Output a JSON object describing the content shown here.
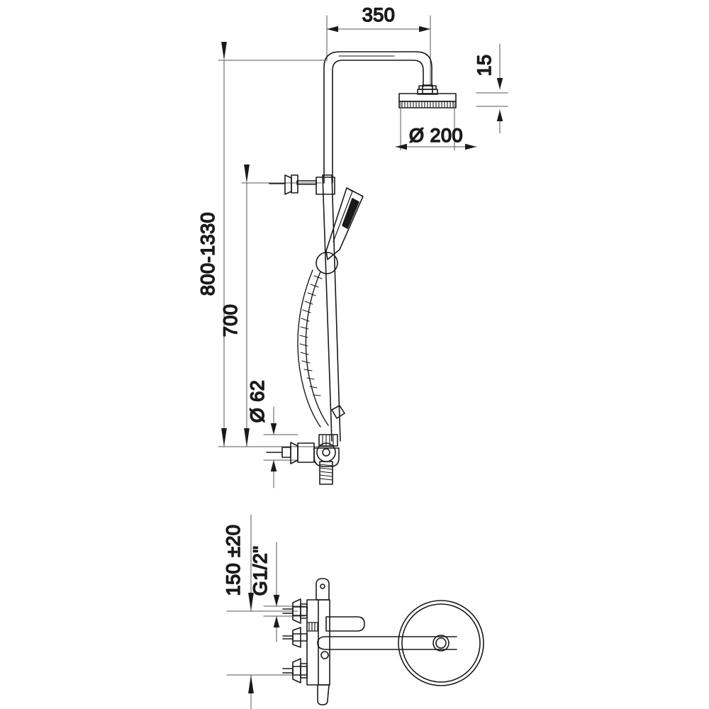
{
  "drawing": {
    "type": "technical-dimension-drawing",
    "subject": "Shower column with rain head, hand shower slide bar and exposed mixer",
    "units": "mm",
    "background_color": "#ffffff",
    "line_color": "#1a1a1a",
    "dimension_line_color": "#555555"
  },
  "dimensions": {
    "arm_reach": {
      "label": "350",
      "orientation": "horizontal",
      "location": "top"
    },
    "head_thickness": {
      "label": "15",
      "orientation": "vertical",
      "location": "top-right"
    },
    "head_diameter": {
      "label": "Ø 200",
      "orientation": "horizontal",
      "location": "under-shower-head"
    },
    "overall_height_range": {
      "label": "800-1330",
      "orientation": "vertical",
      "location": "far-left"
    },
    "slide_bar_length": {
      "label": "700",
      "orientation": "vertical",
      "location": "left-inner"
    },
    "flange_diameter": {
      "label": "Ø 62",
      "orientation": "vertical",
      "location": "left-valve"
    },
    "inlet_spacing": {
      "label": "150 ±20",
      "orientation": "vertical",
      "location": "bottom-left"
    },
    "inlet_thread": {
      "label": "G1/2\"",
      "orientation": "vertical",
      "location": "bottom-inner"
    }
  },
  "views": {
    "elevation": {
      "name": "front-elevation-view"
    },
    "plan": {
      "name": "mixer-side-view-with-head-plan"
    }
  },
  "components": {
    "shower_head": "rain-shower-head",
    "riser_arm": "curved-riser-arm",
    "slide_bar": "slide-bar",
    "hand_shower": "hand-shower",
    "hose": "flexible-hose",
    "diverter": "diverter-valve",
    "mixer": "wall-mixer-body",
    "flanges": "wall-flanges"
  }
}
